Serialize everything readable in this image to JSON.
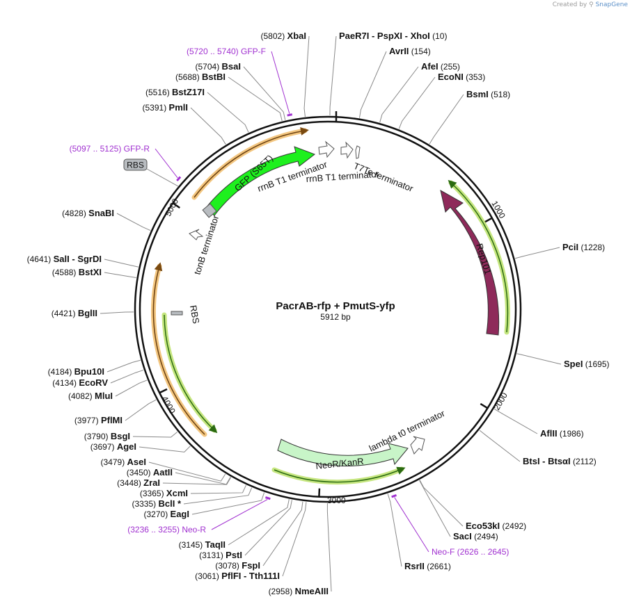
{
  "credit": {
    "created_by": "Created by",
    "brand": "SnapGene"
  },
  "map": {
    "title": "PacrAB-rfp + PmutS-yfp",
    "length_label": "5912 bp",
    "total_bp": 5912
  },
  "ticks": [
    {
      "label": "1000",
      "pos": 1000
    },
    {
      "label": "2000",
      "pos": 2000
    },
    {
      "label": "3000",
      "pos": 3000
    },
    {
      "label": "4000",
      "pos": 4000
    },
    {
      "label": "5000",
      "pos": 5000
    }
  ],
  "sites": [
    {
      "id": "site-xbai",
      "left": "(5802)",
      "name": "XbaI",
      "right": "",
      "pos": 5802
    },
    {
      "id": "site-paer7i",
      "left": "",
      "name": "PaeR7I   - PspXI   - XhoI",
      "right": "(10)",
      "pos": 10
    },
    {
      "id": "site-avrii",
      "left": "",
      "name": "AvrII",
      "right": "(154)",
      "pos": 154
    },
    {
      "id": "site-afei",
      "left": "",
      "name": "AfeI",
      "right": "(255)",
      "pos": 255
    },
    {
      "id": "site-econi",
      "left": "",
      "name": "EcoNI",
      "right": "(353)",
      "pos": 353
    },
    {
      "id": "site-bsmi",
      "left": "",
      "name": "BsmI",
      "right": "(518)",
      "pos": 518
    },
    {
      "id": "site-pcii",
      "left": "",
      "name": "PciI",
      "right": "(1228)",
      "pos": 1228
    },
    {
      "id": "site-spei",
      "left": "",
      "name": "SpeI",
      "right": "(1695)",
      "pos": 1695
    },
    {
      "id": "site-aflii",
      "left": "",
      "name": "AflII",
      "right": "(1986)",
      "pos": 1986
    },
    {
      "id": "site-btsi",
      "left": "",
      "name": "BtsI   - BtsαI",
      "right": "(2112)",
      "pos": 2112
    },
    {
      "id": "site-eco53ki",
      "left": "",
      "name": "Eco53kI",
      "right": "(2492)",
      "pos": 2492
    },
    {
      "id": "site-saci",
      "left": "",
      "name": "SacI",
      "right": "(2494)",
      "pos": 2494
    },
    {
      "id": "site-rsrii",
      "left": "",
      "name": "RsrII",
      "right": "(2661)",
      "pos": 2661
    },
    {
      "id": "site-nmeaiii",
      "left": "(2958)",
      "name": "NmeAIII",
      "right": "",
      "pos": 2958
    },
    {
      "id": "site-pflfi",
      "left": "(3061)",
      "name": "PflFI   - Tth111I",
      "right": "",
      "pos": 3061
    },
    {
      "id": "site-fspi",
      "left": "(3078)",
      "name": "FspI",
      "right": "",
      "pos": 3078
    },
    {
      "id": "site-psti",
      "left": "(3131)",
      "name": "PstI",
      "right": "",
      "pos": 3131
    },
    {
      "id": "site-taqii",
      "left": "(3145)",
      "name": "TaqII",
      "right": "",
      "pos": 3145
    },
    {
      "id": "site-eagi",
      "left": "(3270)",
      "name": "EagI",
      "right": "",
      "pos": 3270
    },
    {
      "id": "site-bcli",
      "left": "(3335)",
      "name": "BclI *",
      "right": "",
      "pos": 3335
    },
    {
      "id": "site-xcmi",
      "left": "(3365)",
      "name": "XcmI",
      "right": "",
      "pos": 3365
    },
    {
      "id": "site-zrai",
      "left": "(3448)",
      "name": "ZraI",
      "right": "",
      "pos": 3448
    },
    {
      "id": "site-aatii",
      "left": "(3450)",
      "name": "AatII",
      "right": "",
      "pos": 3450
    },
    {
      "id": "site-asei",
      "left": "(3479)",
      "name": "AseI",
      "right": "",
      "pos": 3479
    },
    {
      "id": "site-agei",
      "left": "(3697)",
      "name": "AgeI",
      "right": "",
      "pos": 3697
    },
    {
      "id": "site-bsgi",
      "left": "(3790)",
      "name": "BsgI",
      "right": "",
      "pos": 3790
    },
    {
      "id": "site-pflmi",
      "left": "(3977)",
      "name": "PflMI",
      "right": "",
      "pos": 3977
    },
    {
      "id": "site-mlui",
      "left": "(4082)",
      "name": "MluI",
      "right": "",
      "pos": 4082
    },
    {
      "id": "site-ecorv",
      "left": "(4134)",
      "name": "EcoRV",
      "right": "",
      "pos": 4134
    },
    {
      "id": "site-bpu10i",
      "left": "(4184)",
      "name": "Bpu10I",
      "right": "",
      "pos": 4184
    },
    {
      "id": "site-bglii",
      "left": "(4421)",
      "name": "BglII",
      "right": "",
      "pos": 4421
    },
    {
      "id": "site-bstxi",
      "left": "(4588)",
      "name": "BstXI",
      "right": "",
      "pos": 4588
    },
    {
      "id": "site-sali",
      "left": "(4641)",
      "name": "SalI   - SgrDI",
      "right": "",
      "pos": 4641
    },
    {
      "id": "site-snabi",
      "left": "(4828)",
      "name": "SnaBI",
      "right": "",
      "pos": 4828
    },
    {
      "id": "site-pmli",
      "left": "(5391)",
      "name": "PmlI",
      "right": "",
      "pos": 5391
    },
    {
      "id": "site-bstz17i",
      "left": "(5516)",
      "name": "BstZ17I",
      "right": "",
      "pos": 5516
    },
    {
      "id": "site-bstbi",
      "left": "(5688)",
      "name": "BstBI",
      "right": "",
      "pos": 5688
    },
    {
      "id": "site-bsai",
      "left": "(5704)",
      "name": "BsaI",
      "right": "",
      "pos": 5704
    }
  ],
  "primers": [
    {
      "id": "primer-gfp-f",
      "text": "(5720 .. 5740)   GFP-F",
      "pos": 5730
    },
    {
      "id": "primer-gfp-r",
      "text": "(5097 .. 5125)   GFP-R",
      "pos": 5111
    },
    {
      "id": "primer-neo-r",
      "text": "(3236 .. 3255)   Neo-R",
      "pos": 3245
    },
    {
      "id": "primer-neo-f",
      "text": "Neo-F   (2626 .. 2645)",
      "pos": 2636
    }
  ],
  "features": {
    "gfp": "GFP (S65T)",
    "rep101": "Rep101",
    "neor": "NeoR/KanR",
    "rbs_tag": "RBS",
    "rbs_inner": "RBS",
    "rrnb1": "rrnB T1 terminator",
    "rrnb2": "rrnB T1 terminator",
    "t7te": "T7Te terminator",
    "tonb": "tonB terminator",
    "lambda": "lambda t0 terminator"
  },
  "colors": {
    "gfp": "#1ef01e",
    "rep101": "#8e2a5a",
    "neor": "#c8f5c8",
    "orf_orange": "#f0b860",
    "orf_green": "#b8e060",
    "primer": "#a030d0",
    "rbs_tag": "#b8bcc0"
  }
}
